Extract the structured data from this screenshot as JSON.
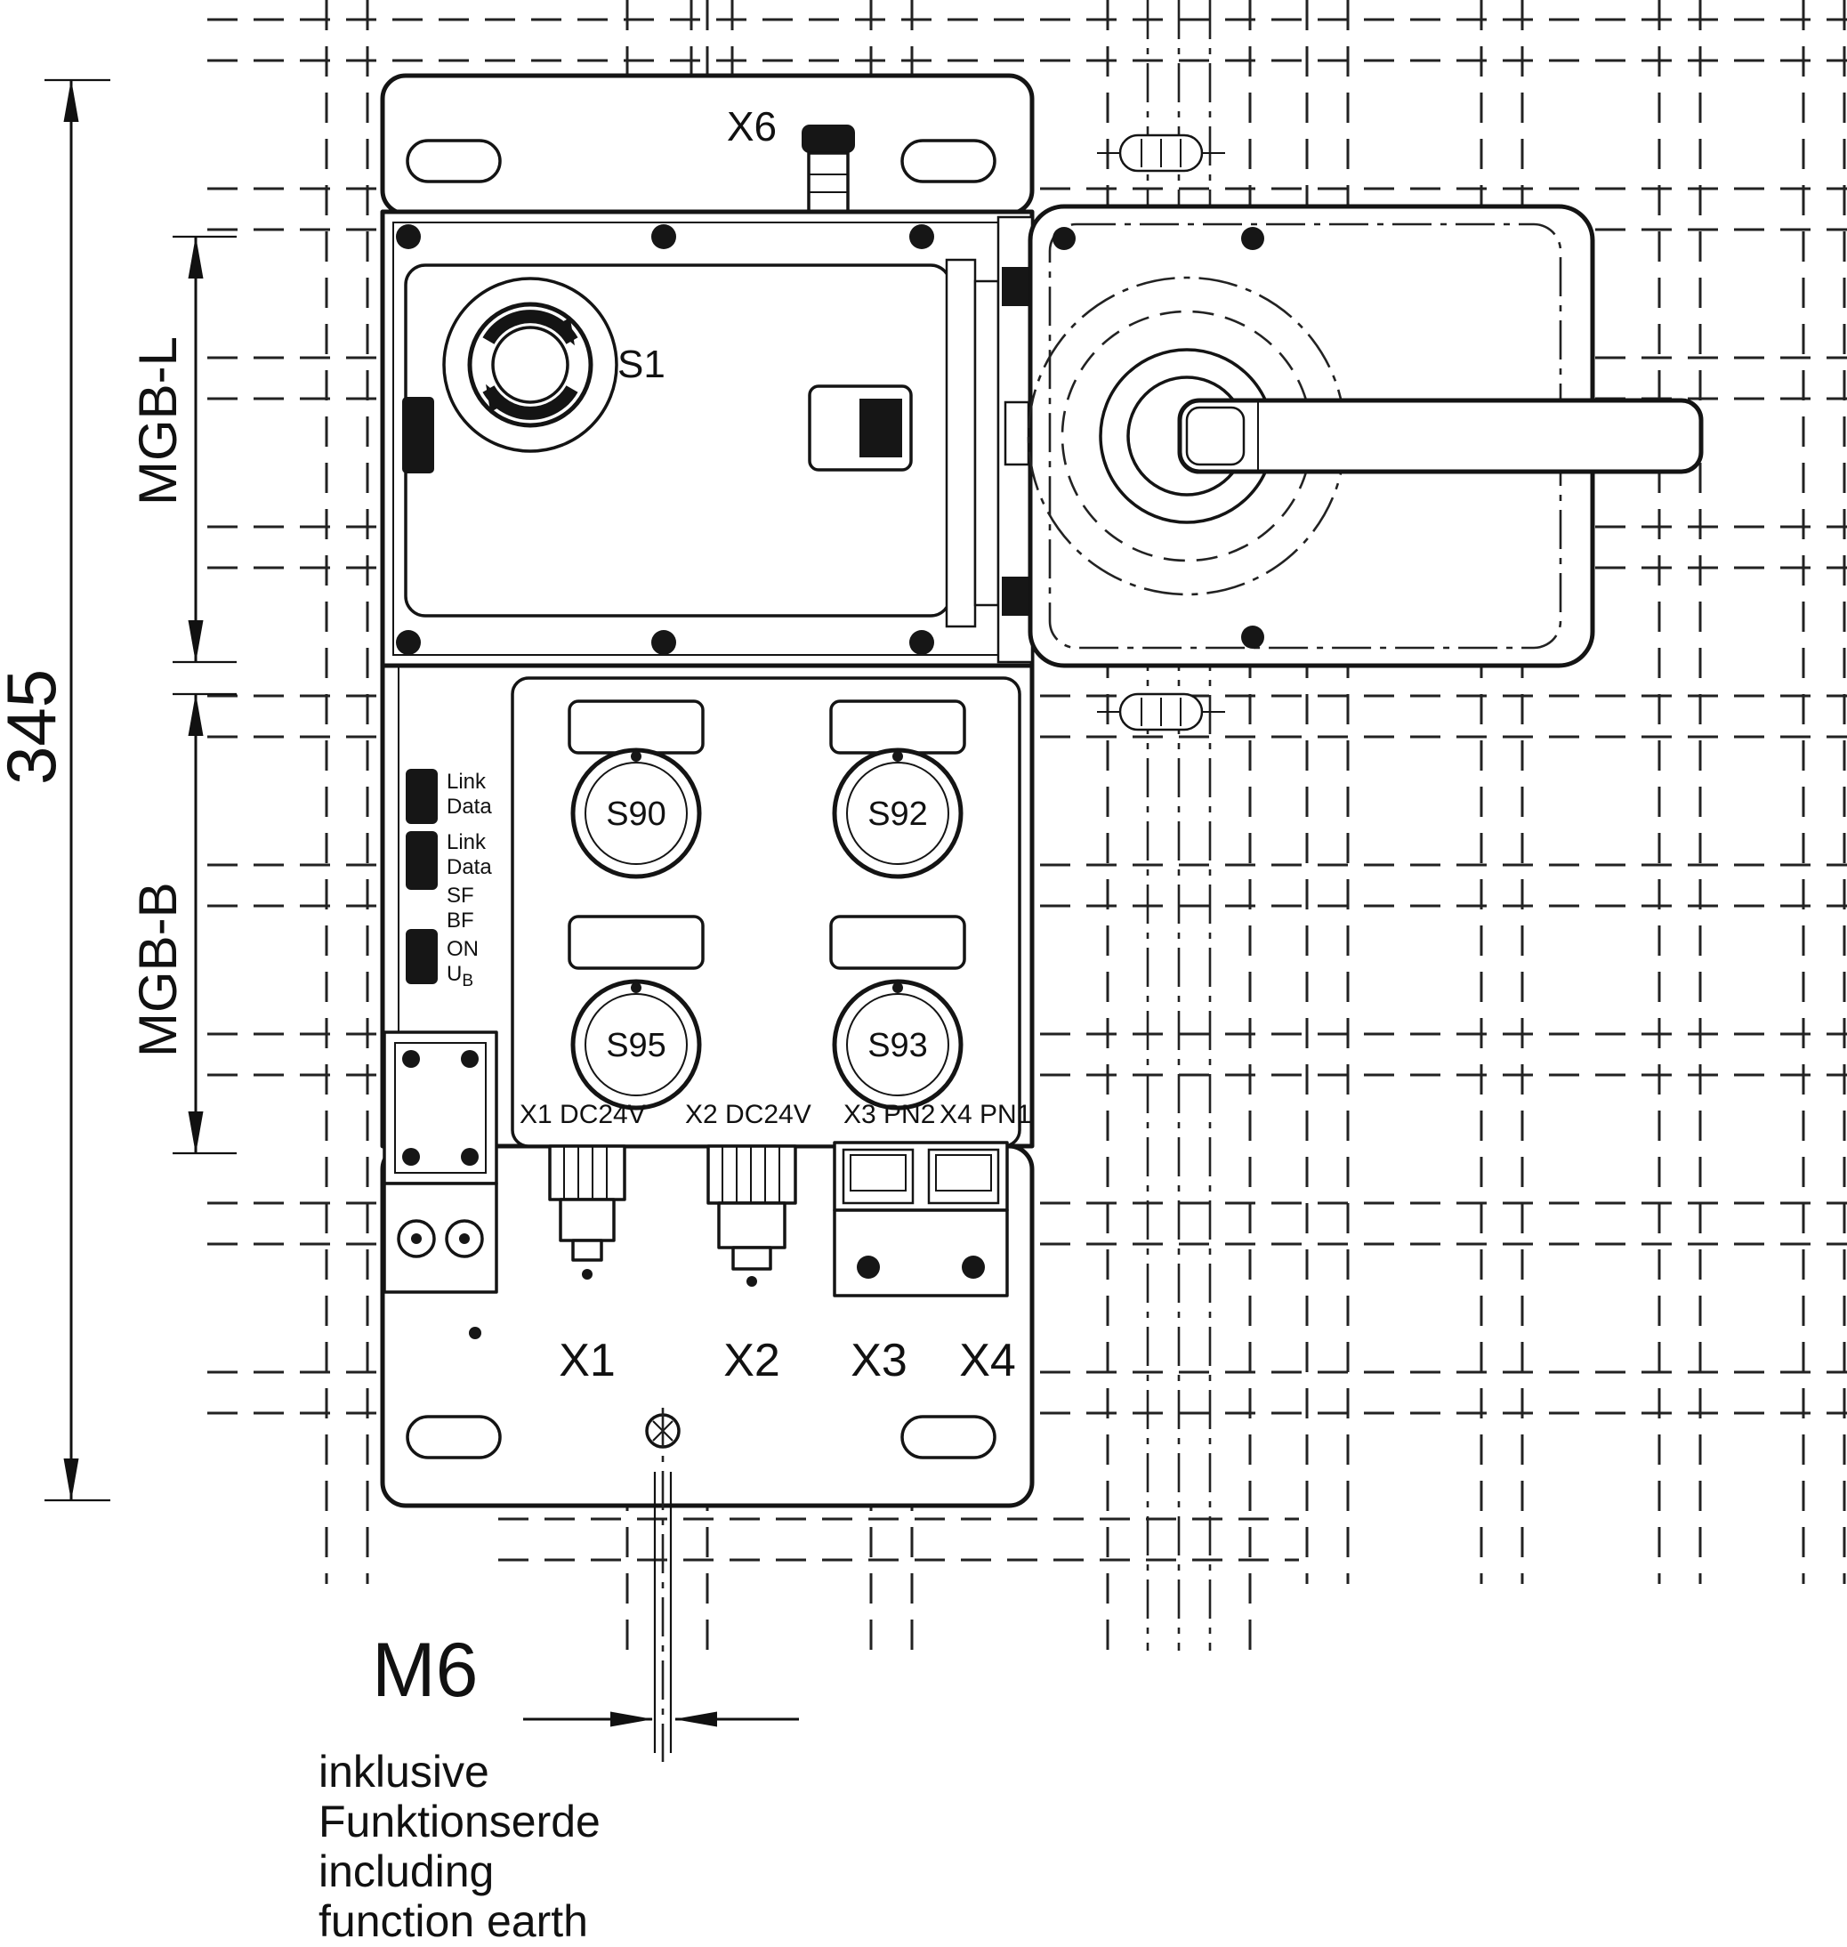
{
  "dimensions": {
    "overall_height": "345",
    "module_top": "MGB-L",
    "module_bottom": "MGB-B",
    "thread": "M6"
  },
  "labels": {
    "top_connector": "X6",
    "reset_knob": "S1"
  },
  "status_leds": {
    "labels": [
      "Link",
      "Data",
      "Link",
      "Data",
      "SF",
      "BF",
      "ON"
    ],
    "ub_base": "U",
    "ub_sub": "B"
  },
  "connectors": {
    "front": [
      "S90",
      "S92",
      "S95",
      "S93"
    ],
    "port_captions": [
      "X1 DC24V",
      "X2 DC24V",
      "X3 PN2",
      "X4 PN1"
    ],
    "bottom": [
      "X1",
      "X2",
      "X3",
      "X4"
    ]
  },
  "note": {
    "lines": [
      "inklusive",
      "Funktionserde",
      "including",
      "function earth"
    ]
  }
}
